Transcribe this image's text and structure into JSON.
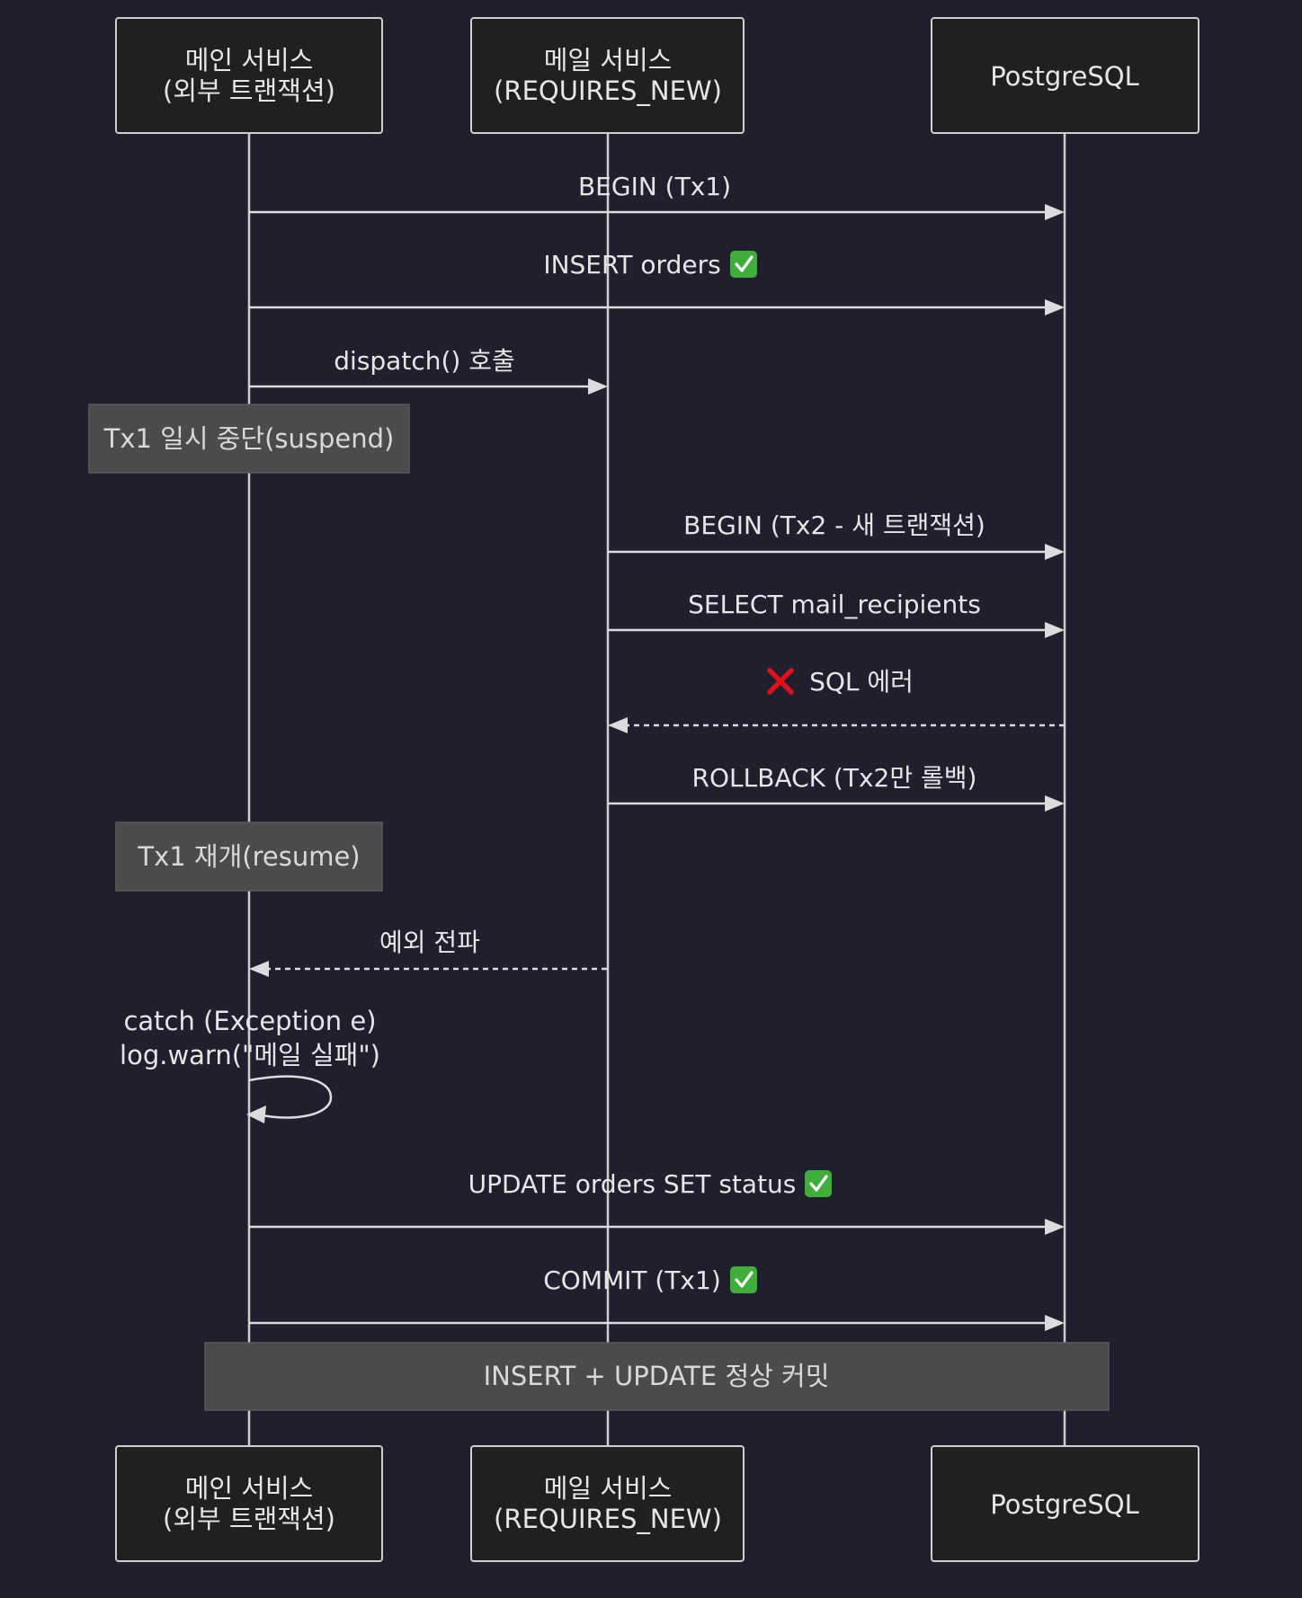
{
  "participants": {
    "main": {
      "line1": "메인 서비스",
      "line2": "(외부 트랜잭션)"
    },
    "mail": {
      "line1": "메일 서비스",
      "line2": "(REQUIRES_NEW)"
    },
    "db": {
      "line1": "PostgreSQL"
    }
  },
  "messages": [
    {
      "text": "BEGIN (Tx1)",
      "from": "main",
      "to": "db",
      "style": "solid",
      "icon": ""
    },
    {
      "text": "INSERT orders",
      "from": "main",
      "to": "db",
      "style": "solid",
      "icon": "check-icon"
    },
    {
      "text": "dispatch() 호출",
      "from": "main",
      "to": "mail",
      "style": "solid",
      "icon": ""
    },
    {
      "text": "BEGIN (Tx2 - 새 트랜잭션)",
      "from": "mail",
      "to": "db",
      "style": "solid",
      "icon": ""
    },
    {
      "text": "SELECT mail_recipients",
      "from": "mail",
      "to": "db",
      "style": "solid",
      "icon": ""
    },
    {
      "text": "SQL 에러",
      "from": "db",
      "to": "mail",
      "style": "dashed",
      "icon": "cross-icon"
    },
    {
      "text": "ROLLBACK (Tx2만 롤백)",
      "from": "mail",
      "to": "db",
      "style": "solid",
      "icon": ""
    },
    {
      "text": "예외 전파",
      "from": "mail",
      "to": "main",
      "style": "dashed",
      "icon": ""
    },
    {
      "text": "UPDATE orders SET status",
      "from": "main",
      "to": "db",
      "style": "solid",
      "icon": "check-icon"
    },
    {
      "text": "COMMIT (Tx1)",
      "from": "main",
      "to": "db",
      "style": "solid",
      "icon": "check-icon"
    }
  ],
  "self_message": {
    "line1": "catch (Exception e)",
    "line2": "log.warn(\"메일 실패\")"
  },
  "notes": {
    "suspend": "Tx1 일시 중단(suspend)",
    "resume": "Tx1 재개(resume)",
    "commit": "INSERT + UPDATE 정상 커밋"
  },
  "colors": {
    "background": "#1f1f2e",
    "actor_fill": "#202020",
    "line": "#cfcfcf",
    "note_fill": "#4a4b4a",
    "check": "#3fae3a",
    "cross": "#e0101a"
  }
}
